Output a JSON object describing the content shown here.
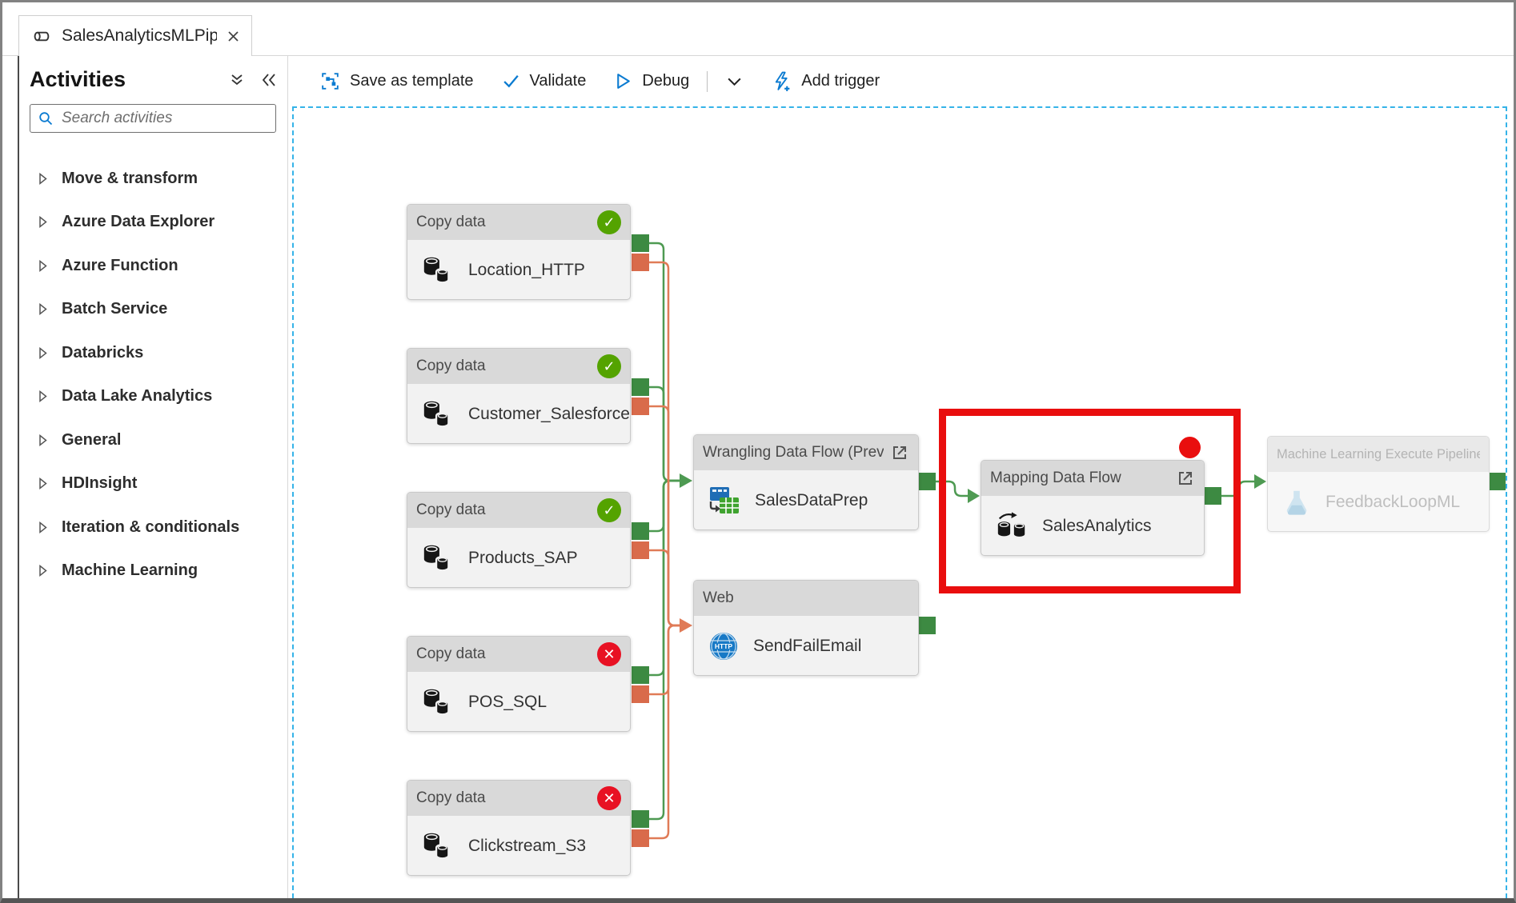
{
  "tab": {
    "title": "SalesAnalyticsMLPip..."
  },
  "sidebar": {
    "title": "Activities",
    "search": {
      "placeholder": "Search activities",
      "value": ""
    },
    "items": [
      "Move & transform",
      "Azure Data Explorer",
      "Azure Function",
      "Batch Service",
      "Databricks",
      "Data Lake Analytics",
      "General",
      "HDInsight",
      "Iteration & conditionals",
      "Machine Learning"
    ]
  },
  "toolbar": {
    "buttons": [
      {
        "id": "save_as_template",
        "label": "Save as template",
        "icon": "template-icon"
      },
      {
        "id": "validate",
        "label": "Validate",
        "icon": "check-icon"
      },
      {
        "id": "debug",
        "label": "Debug",
        "icon": "play-icon"
      },
      {
        "id": "add_trigger",
        "label": "Add trigger",
        "icon": "lightning-plus-icon"
      }
    ]
  },
  "canvas": {
    "copy_nodes": [
      {
        "type_label": "Copy data",
        "name": "Location_HTTP",
        "status": "success"
      },
      {
        "type_label": "Copy data",
        "name": "Customer_Salesforce",
        "status": "success"
      },
      {
        "type_label": "Copy data",
        "name": "Products_SAP",
        "status": "success"
      },
      {
        "type_label": "Copy data",
        "name": "POS_SQL",
        "status": "error"
      },
      {
        "type_label": "Copy data",
        "name": "Clickstream_S3",
        "status": "error"
      }
    ],
    "wrangling_node": {
      "type_label": "Wrangling Data Flow (Preview",
      "name": "SalesDataPrep"
    },
    "web_node": {
      "type_label": "Web",
      "name": "SendFailEmail",
      "icon_text": "HTTP"
    },
    "mapping_node": {
      "type_label": "Mapping Data Flow",
      "name": "SalesAnalytics"
    },
    "ml_node": {
      "type_label": "Machine Learning Execute Pipeline",
      "name": "FeedbackLoopML"
    },
    "colors": {
      "success_green": "#54A300",
      "error_red": "#E81123",
      "connector_green": "#4E9A52",
      "port_green": "#3D8A42",
      "connector_orange": "#E07B57",
      "port_orange": "#D96B4B",
      "annotation_red": "#E90E0E",
      "canvas_border_blue": "#35B3E8",
      "accent_blue": "#0B7BD1"
    }
  }
}
